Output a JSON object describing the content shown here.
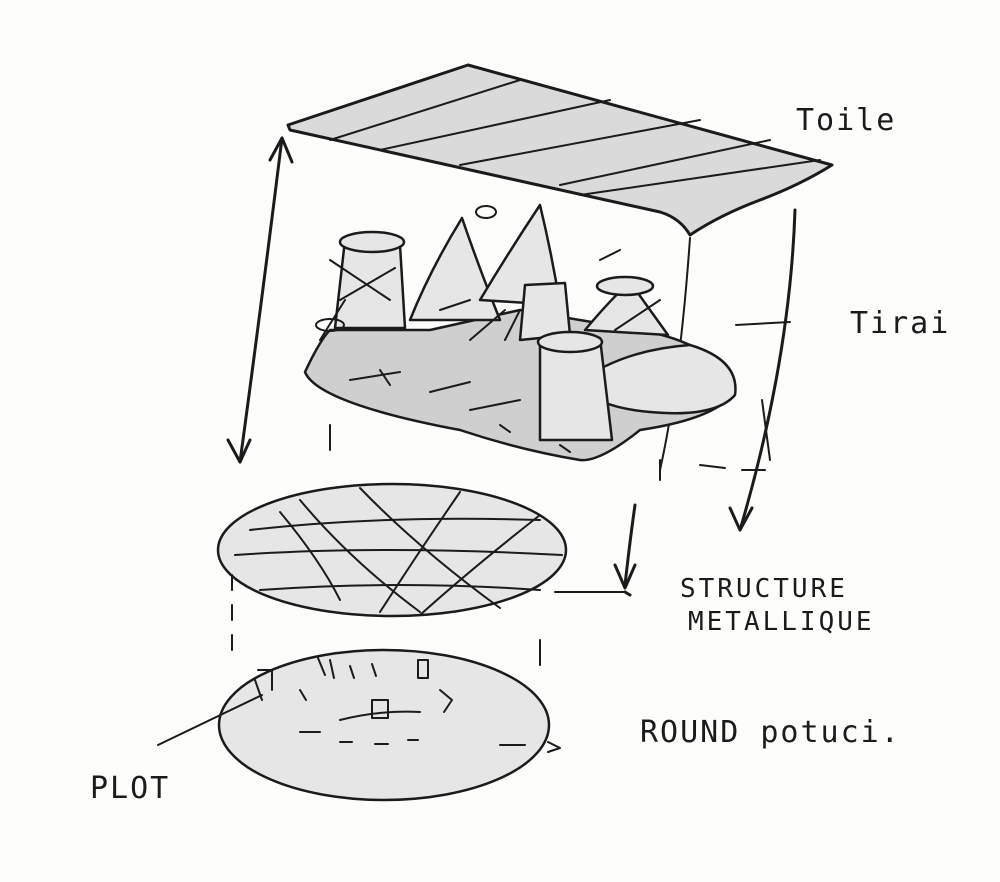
{
  "labels": {
    "toile": "Toile",
    "tirai": "Tirai",
    "structure_line1": "STRUCTURE",
    "structure_line2": "METALLIQUE",
    "round": "ROUND potuci.",
    "plot": "PLOT"
  },
  "colors": {
    "ink": "#1b1b1b",
    "paper": "#fdfdfb",
    "shade": "#dadada"
  }
}
